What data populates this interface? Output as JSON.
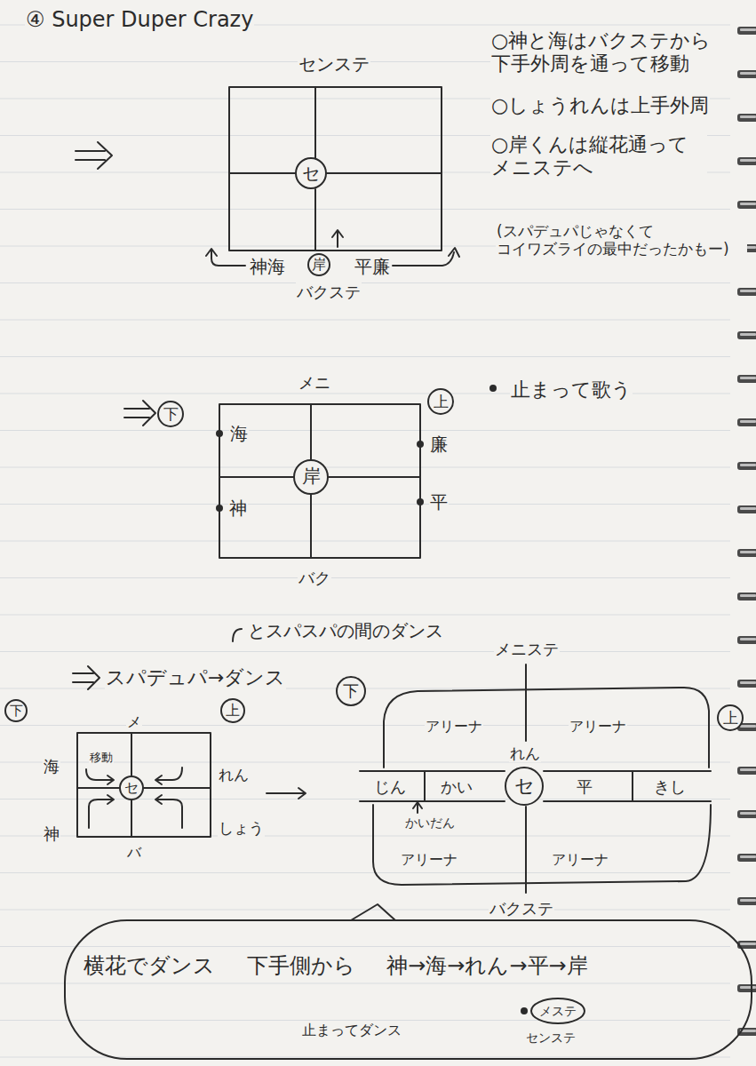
{
  "diagram": {
    "title": "④ Super Duper Crazy",
    "nodes": [
      {
        "text": [
          "セ"
        ]
      },
      {
        "text": [
          "岸"
        ]
      },
      {
        "text": [
          "下"
        ]
      },
      {
        "text": [
          "上"
        ]
      },
      {
        "text": [
          "岸"
        ]
      },
      {
        "text": [
          "下"
        ]
      },
      {
        "text": [
          "上"
        ]
      },
      {
        "text": [
          "セ"
        ]
      },
      {
        "text": [
          "下"
        ]
      },
      {
        "text": [
          "上"
        ]
      },
      {
        "text": [
          "セ"
        ]
      },
      {
        "text": [
          "横花でダンス 下手側から 神→海→れん→平→岸",
          "止まってダンス",
          "センステ"
        ]
      },
      {
        "text": [
          "メステ"
        ],
        "in": 11
      }
    ],
    "labels": [
      "センステ",
      "○神と海はバクステから 下手外周を通って移動",
      "○しょうれんは上手外周",
      "○岸くんは縦花通って メニステへ",
      "(スパデュパじゃなくて コイワズライの最中だったかもー)",
      "神海",
      "平廉",
      "バクステ",
      "メニ",
      "海",
      "廉",
      "神",
      "平",
      "止まって歌う",
      "バク",
      "とスパスパの間のダンス",
      "スパデュパ→ダンス",
      "メ",
      "海",
      "移動",
      "れん",
      "神",
      "しょう",
      "バ",
      "メニステ",
      "アリーナ",
      "アリーナ",
      "れん",
      "じん",
      "かい",
      "平",
      "きし",
      "かいだん",
      "アリーナ",
      "アリーナ",
      "バクステ"
    ]
  }
}
